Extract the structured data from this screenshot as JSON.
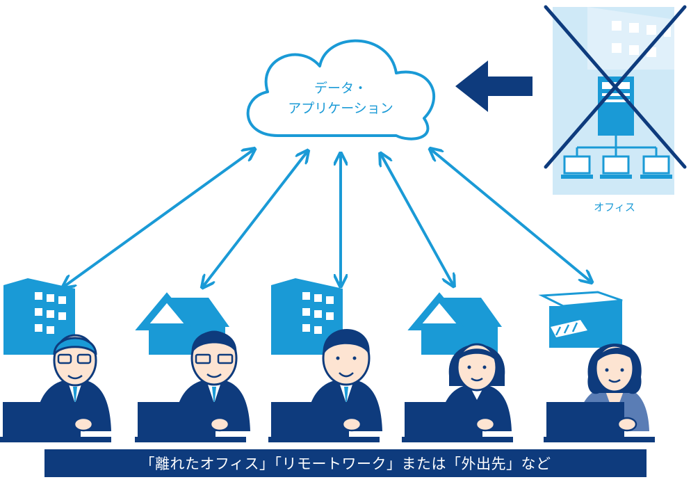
{
  "cloud": {
    "line1": "データ・",
    "line2": "アプリケーション"
  },
  "office": {
    "label": "オフィス"
  },
  "banner": {
    "text": "「離れたオフィス」「リモートワーク」または「外出先」など"
  },
  "colors": {
    "navy": "#0e3b7d",
    "blue": "#1a9ad6",
    "light_blue": "#cfe9f7",
    "skin": "#fde4d2"
  }
}
